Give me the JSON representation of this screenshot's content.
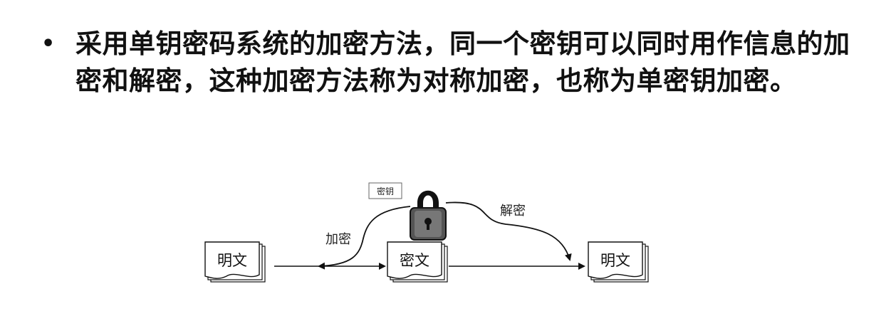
{
  "bullet": "•",
  "paragraph": "采用单钥密码系统的加密方法，同一个密钥可以同时用作信息的加密和解密，这种加密方法称为对称加密，也称为单密钥加密。",
  "diagram": {
    "key_label": "密钥",
    "encrypt_label": "加密",
    "decrypt_label": "解密",
    "plaintext_left": "明文",
    "ciphertext": "密文",
    "plaintext_right": "明文"
  }
}
